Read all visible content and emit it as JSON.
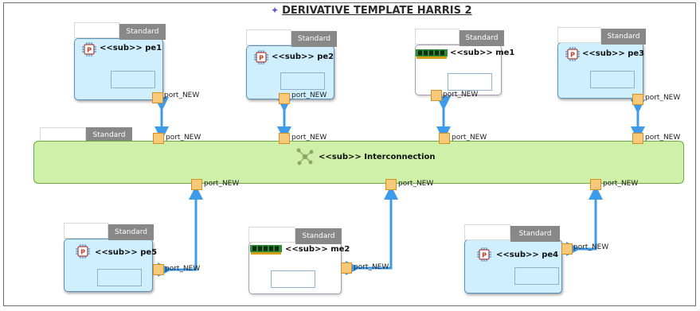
{
  "diagram": {
    "title": "DERIVATIVE TEMPLATE HARRIS 2",
    "stereotype": "<<sub>>",
    "standard_tag": "Standard",
    "port_label": "port_NEW",
    "bus_label": "<<sub>> Interconnection",
    "blocks": {
      "pe1": "<<sub>> pe1",
      "pe2": "<<sub>> pe2",
      "me1": "<<sub>> me1",
      "pe3": "<<sub>> pe3",
      "pe5": "<<sub>> pe5",
      "me2": "<<sub>> me2",
      "pe4": "<<sub>> pe4"
    },
    "colors": {
      "processor_fill": "#cfeefe",
      "bus_fill": "#cff0a8",
      "port_fill": "#f7c978",
      "connector": "#3d9bea"
    },
    "icons": {
      "processor": "processor-chip-icon",
      "memory": "memory-module-icon",
      "bus": "bus-network-icon"
    }
  }
}
